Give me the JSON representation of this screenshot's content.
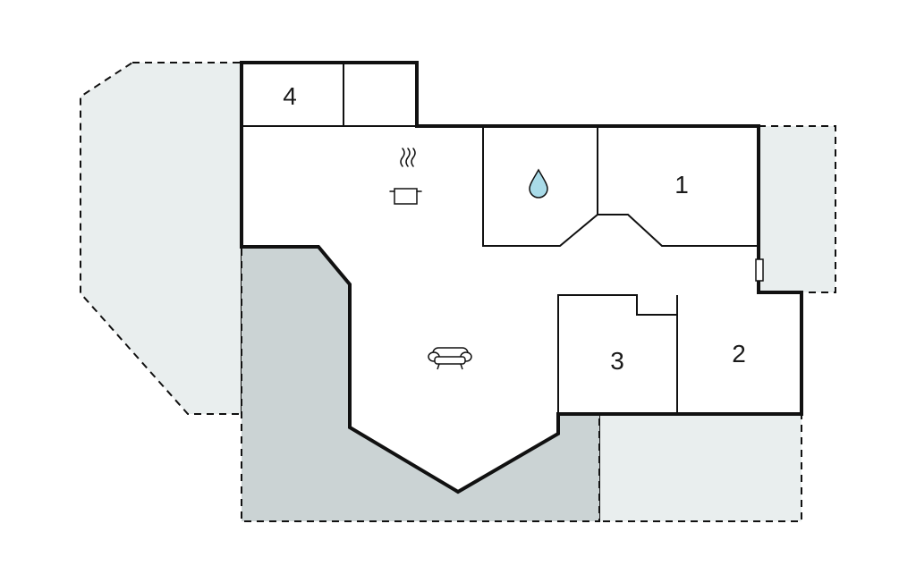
{
  "rooms": {
    "room_1": {
      "label": "1"
    },
    "room_2": {
      "label": "2"
    },
    "room_3": {
      "label": "3"
    },
    "room_4": {
      "label": "4"
    }
  },
  "icons": {
    "kitchen": "cooking-pot-icon",
    "bathroom": "water-drop-icon",
    "living": "sofa-icon"
  },
  "colors": {
    "wall": "#111111",
    "terrace_light": "#e9eeee",
    "terrace_dark": "#cbd3d4",
    "floor": "#ffffff",
    "water": "#a9dbe8"
  }
}
